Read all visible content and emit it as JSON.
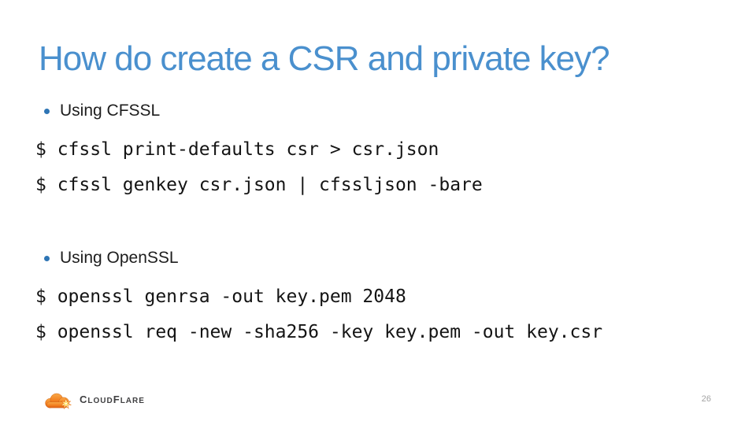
{
  "title": "How do create a CSR and private key?",
  "sections": [
    {
      "heading": "Using CFSSL",
      "code": [
        "$ cfssl print-defaults csr > csr.json",
        "$ cfssl genkey csr.json | cfssljson -bare"
      ]
    },
    {
      "heading": "Using OpenSSL",
      "code": [
        "$ openssl genrsa -out key.pem 2048",
        "$ openssl req -new -sha256 -key key.pem -out key.csr"
      ]
    }
  ],
  "footer": {
    "logo": {
      "icon": "cloudflare-cloud-icon",
      "wordmark_parts": [
        "C",
        "LOUD",
        "F",
        "LARE"
      ]
    },
    "page_number": "26"
  },
  "colors": {
    "title_blue": "#4a90ce",
    "bullet_blue": "#2e75b5",
    "body_text": "#1d1d1d",
    "code_text": "#141414",
    "page_number_gray": "#a3a3a3",
    "logo_orange": "#f38020",
    "logo_orange_dark": "#e0661a",
    "logo_flare_yellow": "#ffd94d",
    "logo_text_gray": "#3f3f41",
    "background": "#ffffff"
  }
}
